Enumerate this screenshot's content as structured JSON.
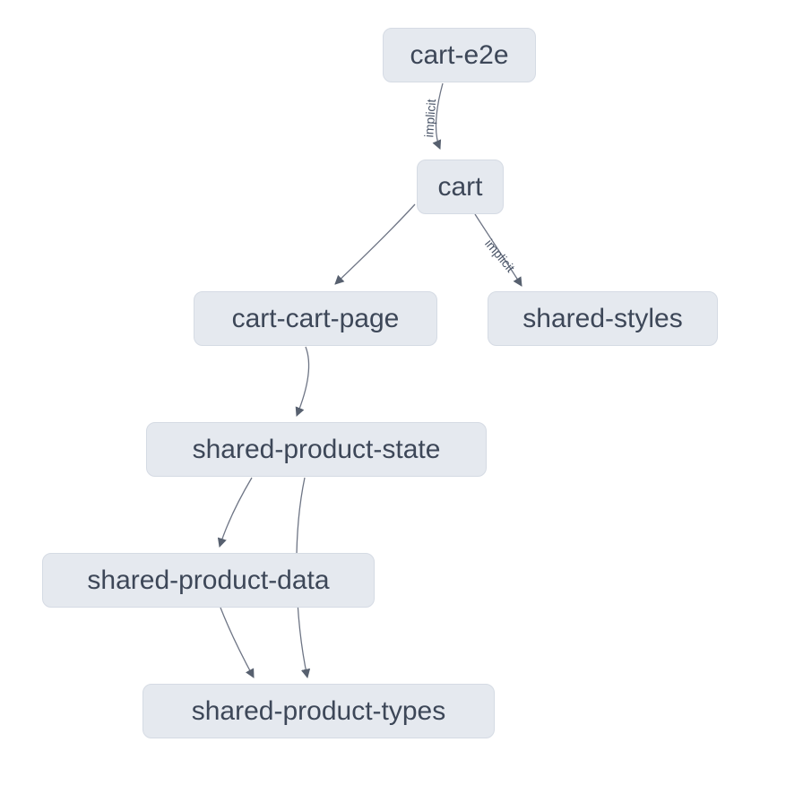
{
  "diagram": {
    "type": "dependency-graph",
    "background_color": "#ffffff",
    "node_fill_color": "#e5e9ef",
    "node_border_color": "#d5dbe4",
    "node_text_color": "#3d4758",
    "edge_color": "#6e7585",
    "edge_label_color": "#4a5568",
    "nodes": [
      {
        "id": "cart-e2e",
        "label": "cart-e2e"
      },
      {
        "id": "cart",
        "label": "cart"
      },
      {
        "id": "cart-cart-page",
        "label": "cart-cart-page"
      },
      {
        "id": "shared-styles",
        "label": "shared-styles"
      },
      {
        "id": "shared-product-state",
        "label": "shared-product-state"
      },
      {
        "id": "shared-product-data",
        "label": "shared-product-data"
      },
      {
        "id": "shared-product-types",
        "label": "shared-product-types"
      }
    ],
    "edges": [
      {
        "from": "cart-e2e",
        "to": "cart",
        "label": "implicit"
      },
      {
        "from": "cart",
        "to": "cart-cart-page",
        "label": ""
      },
      {
        "from": "cart",
        "to": "shared-styles",
        "label": "implicit"
      },
      {
        "from": "cart-cart-page",
        "to": "shared-product-state",
        "label": ""
      },
      {
        "from": "shared-product-state",
        "to": "shared-product-data",
        "label": ""
      },
      {
        "from": "shared-product-state",
        "to": "shared-product-types",
        "label": ""
      },
      {
        "from": "shared-product-data",
        "to": "shared-product-types",
        "label": ""
      }
    ]
  }
}
